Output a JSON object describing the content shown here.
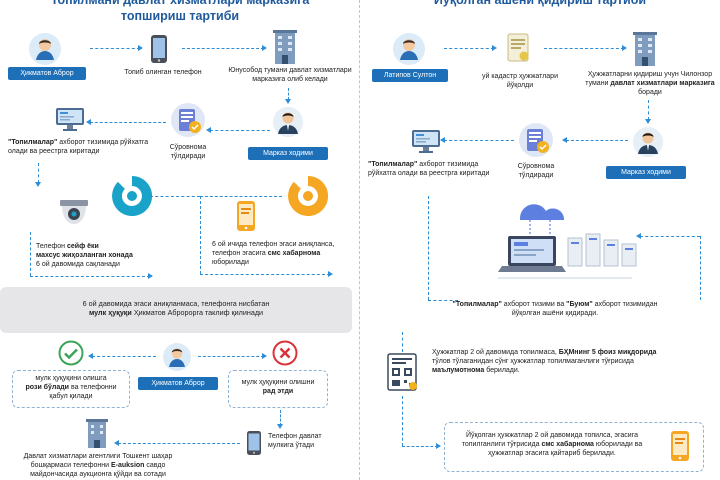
{
  "left": {
    "title_line1": "Топилмани давлат хизматлари марказига",
    "title_line2": "топшириш тартиби",
    "person_name": "Ҳикматов Аброр",
    "phone_found": "Топиб олинган телефон",
    "center_brought": "Юнусобод тумани давлат хизматлари марказига олиб келади",
    "center_staff": "Марказ ходими",
    "form_fill_1": "Сўровнома",
    "form_fill_2": "тўлдиради",
    "system_entry_bold": "\"Топилмалар\"",
    "system_entry_rest": " ахборот тизимида рўйхатга олади ва реестрга киритади",
    "safe_1": "Телефон ",
    "safe_bold_1": "сейф ёки",
    "safe_bold_2": "махсус жиҳозланган хонада",
    "safe_3": "6 ой давомида сақланади",
    "sms_1": "6 ой ичида телефон эгаси аниқланса, телефон эгасига ",
    "sms_bold": "смс хабарнома",
    "sms_2": " юборилади",
    "bar_1": "6 ой давомида эгаси аниқланмаса, телефонга нисбатан",
    "bar_bold": "мулк ҳуқуқи",
    "bar_2": " Ҳикматов Абророрга таклиф қилинади",
    "person_name_2": "Ҳикматов Аброр",
    "accept_1": "мулк ҳуқуқини олишга",
    "accept_bold": "рози бўлади",
    "accept_2": " ва телефонни қабул қилади",
    "reject_1": "мулк ҳуқуқини олишни",
    "reject_bold": "рад этди",
    "state_property": "Телефон давлат мулкига ўтади",
    "auction_1": "Давлат хизматлари агентлиги Тошкент шаҳар бошқармаси телефонни ",
    "auction_bold": "E-auksion",
    "auction_2": " савдо майдончасида аукционга қўйди ва сотади"
  },
  "right": {
    "title": "Йўқолган ашёни қидириш тартиби",
    "person_name": "Латипов Султон",
    "cadastre": "уй кадастр ҳужжатлари йўқолди",
    "search_center_1": "Ҳужжатларни қидириш учун Чилонзор тумани ",
    "search_center_bold": "давлат хизматлари марказига",
    "search_center_2": " боради",
    "center_staff": "Марказ ходими",
    "form_fill_1": "Сўровнома",
    "form_fill_2": "тўлдиради",
    "system_entry_bold": "\"Топилмалар\"",
    "system_entry_rest": " ахборот тизимида рўйхатга олади ва реестрга киритади",
    "search_sys_1": "",
    "search_sys_bold_1": "\"Топилмалар\"",
    "search_sys_2": " ахборот тизими ва ",
    "search_sys_bold_2": "\"Буюм\"",
    "search_sys_3": " ахборот тизимидан йўқолган ашёни қидиради.",
    "notfound_1": "Ҳужжатлар 2 ой давомида топилмаса, ",
    "notfound_bold_1": "БҲМнинг 5 фоиз миқдорида",
    "notfound_2": " тўлов тўлаганидан сўнг ҳужжатлар топилмаганлиги тўғрисида ",
    "notfound_bold_2": "маълумотнома",
    "notfound_3": " берилади.",
    "found_1": "Йўқолган ҳужжатлар 2 ой давомида топилса, эгасига топилганлиги тўғрисида ",
    "found_bold": "смс хабарнома",
    "found_2": " юборилади ва ҳужжатлар эгасига қайтариб берилади."
  },
  "colors": {
    "title": "#1f5a9c",
    "pill": "#1d6fb8",
    "arrow": "#2d8dd6",
    "check": "#3aa55a",
    "cross": "#d9343a",
    "orange": "#f5a623",
    "teal": "#1aa3c8"
  },
  "icons": [
    "person-icon",
    "phone-icon",
    "building-icon",
    "staff-icon",
    "form-icon",
    "computer-icon",
    "camera-icon",
    "phone-alert-icon",
    "check-icon",
    "cross-icon",
    "document-icon",
    "cloud-server-icon",
    "qr-document-icon"
  ]
}
